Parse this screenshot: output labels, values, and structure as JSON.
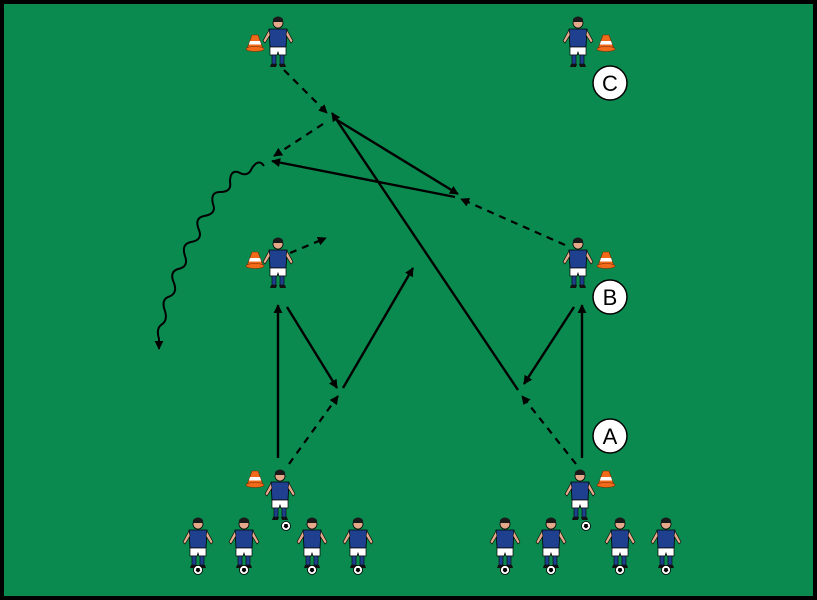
{
  "diagram": {
    "field_color": "#0b8a4f",
    "border_color": "#000000",
    "labels": [
      {
        "id": "C",
        "text": "C"
      },
      {
        "id": "B",
        "text": "B"
      },
      {
        "id": "A",
        "text": "A"
      }
    ],
    "player_kit": {
      "shirt": "#1f3f8f",
      "shorts": "#ffffff",
      "skin": "#e3a98a"
    },
    "cone_colors": {
      "body": "#f06a1a",
      "stripe": "#ffffff"
    }
  }
}
